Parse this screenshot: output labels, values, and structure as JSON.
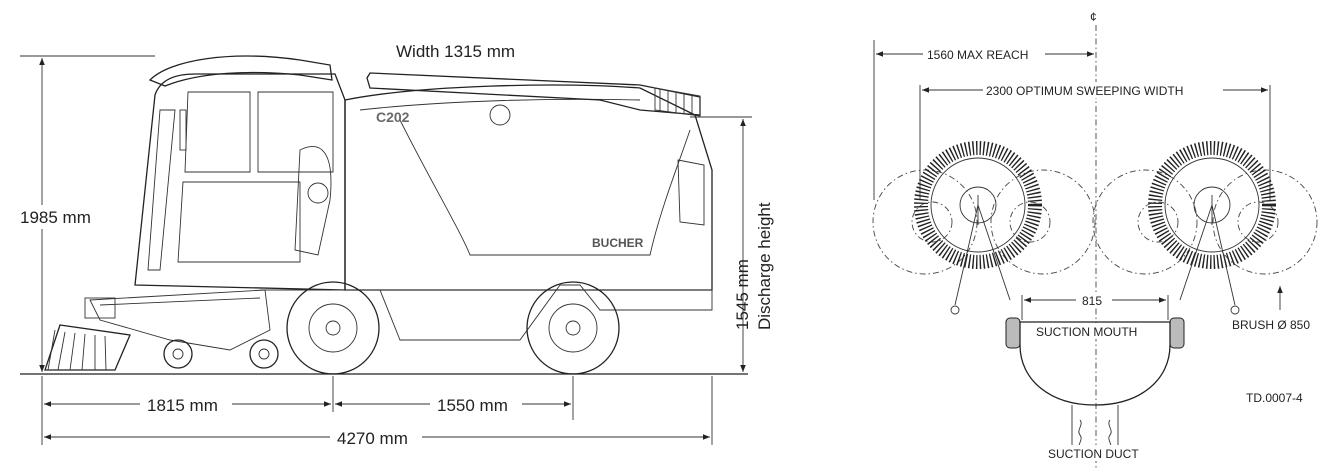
{
  "side_view": {
    "width_label": "Width 1315 mm",
    "height_label": "1985 mm",
    "discharge_value": "1545 mm",
    "discharge_label": "Discharge height",
    "front_overhang": "1815 mm",
    "wheelbase": "1550 mm",
    "length": "4270 mm",
    "model": "C202",
    "brand": "BUCHER"
  },
  "top_view": {
    "centerline_symbol": "¢",
    "max_reach": "1560 MAX REACH",
    "sweeping_width": "2300 OPTIMUM SWEEPING WIDTH",
    "mouth_width": "815",
    "suction_mouth": "SUCTION MOUTH",
    "brush_label": "BRUSH Ø 850",
    "suction_duct": "SUCTION DUCT",
    "drawing_no": "TD.0007-4"
  }
}
